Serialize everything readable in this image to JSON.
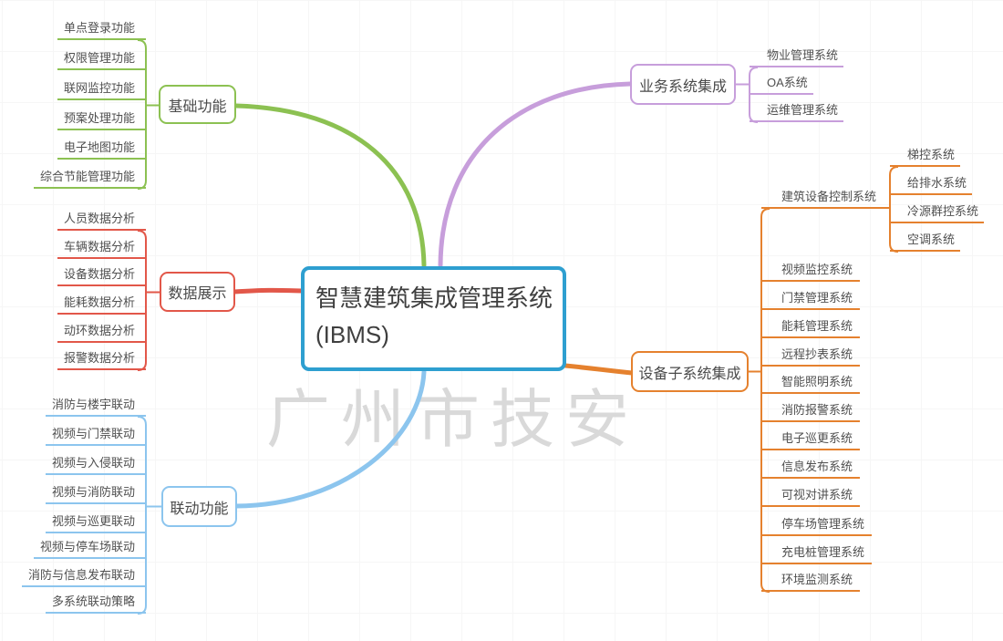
{
  "center": {
    "title": "智慧建筑集成管理系统",
    "subtitle": "(IBMS)"
  },
  "watermark": "广州市技安",
  "colors": {
    "center_border": "#2e9fd0",
    "basic": "#8cc152",
    "data_display": "#e25749",
    "linkage": "#8cc5ee",
    "business": "#c79edb",
    "device": "#e5812e",
    "text": "#4a4a4a",
    "watermark": "#d9d9d9"
  },
  "branches": [
    {
      "label": "基础功能",
      "color": "#8cc152",
      "children": [
        "单点登录功能",
        "权限管理功能",
        "联网监控功能",
        "预案处理功能",
        "电子地图功能",
        "综合节能管理功能"
      ]
    },
    {
      "label": "数据展示",
      "color": "#e25749",
      "children": [
        "人员数据分析",
        "车辆数据分析",
        "设备数据分析",
        "能耗数据分析",
        "动环数据分析",
        "报警数据分析"
      ]
    },
    {
      "label": "联动功能",
      "color": "#8cc5ee",
      "children": [
        "消防与楼宇联动",
        "视频与门禁联动",
        "视频与入侵联动",
        "视频与消防联动",
        "视频与巡更联动",
        "视频与停车场联动",
        "消防与信息发布联动",
        "多系统联动策略"
      ]
    },
    {
      "label": "业务系统集成",
      "color": "#c79edb",
      "children": [
        "物业管理系统",
        "OA系统",
        "运维管理系统"
      ]
    },
    {
      "label": "设备子系统集成",
      "color": "#e5812e",
      "children": [
        {
          "label": "建筑设备控制系统",
          "children": [
            "梯控系统",
            "给排水系统",
            "冷源群控系统",
            "空调系统"
          ]
        },
        "视频监控系统",
        "门禁管理系统",
        "能耗管理系统",
        "远程抄表系统",
        "智能照明系统",
        "消防报警系统",
        "电子巡更系统",
        "信息发布系统",
        "可视对讲系统",
        "停车场管理系统",
        "充电桩管理系统",
        "环境监测系统"
      ]
    }
  ]
}
